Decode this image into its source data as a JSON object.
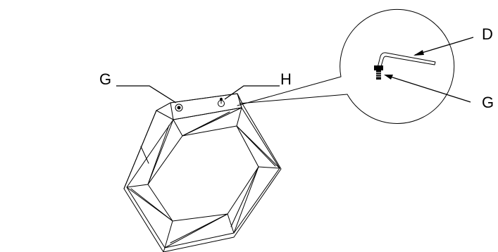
{
  "labels": {
    "g_left": "G",
    "h": "H",
    "d": "D",
    "g_right": "G"
  },
  "colors": {
    "line": "#000000",
    "background": "#ffffff"
  }
}
